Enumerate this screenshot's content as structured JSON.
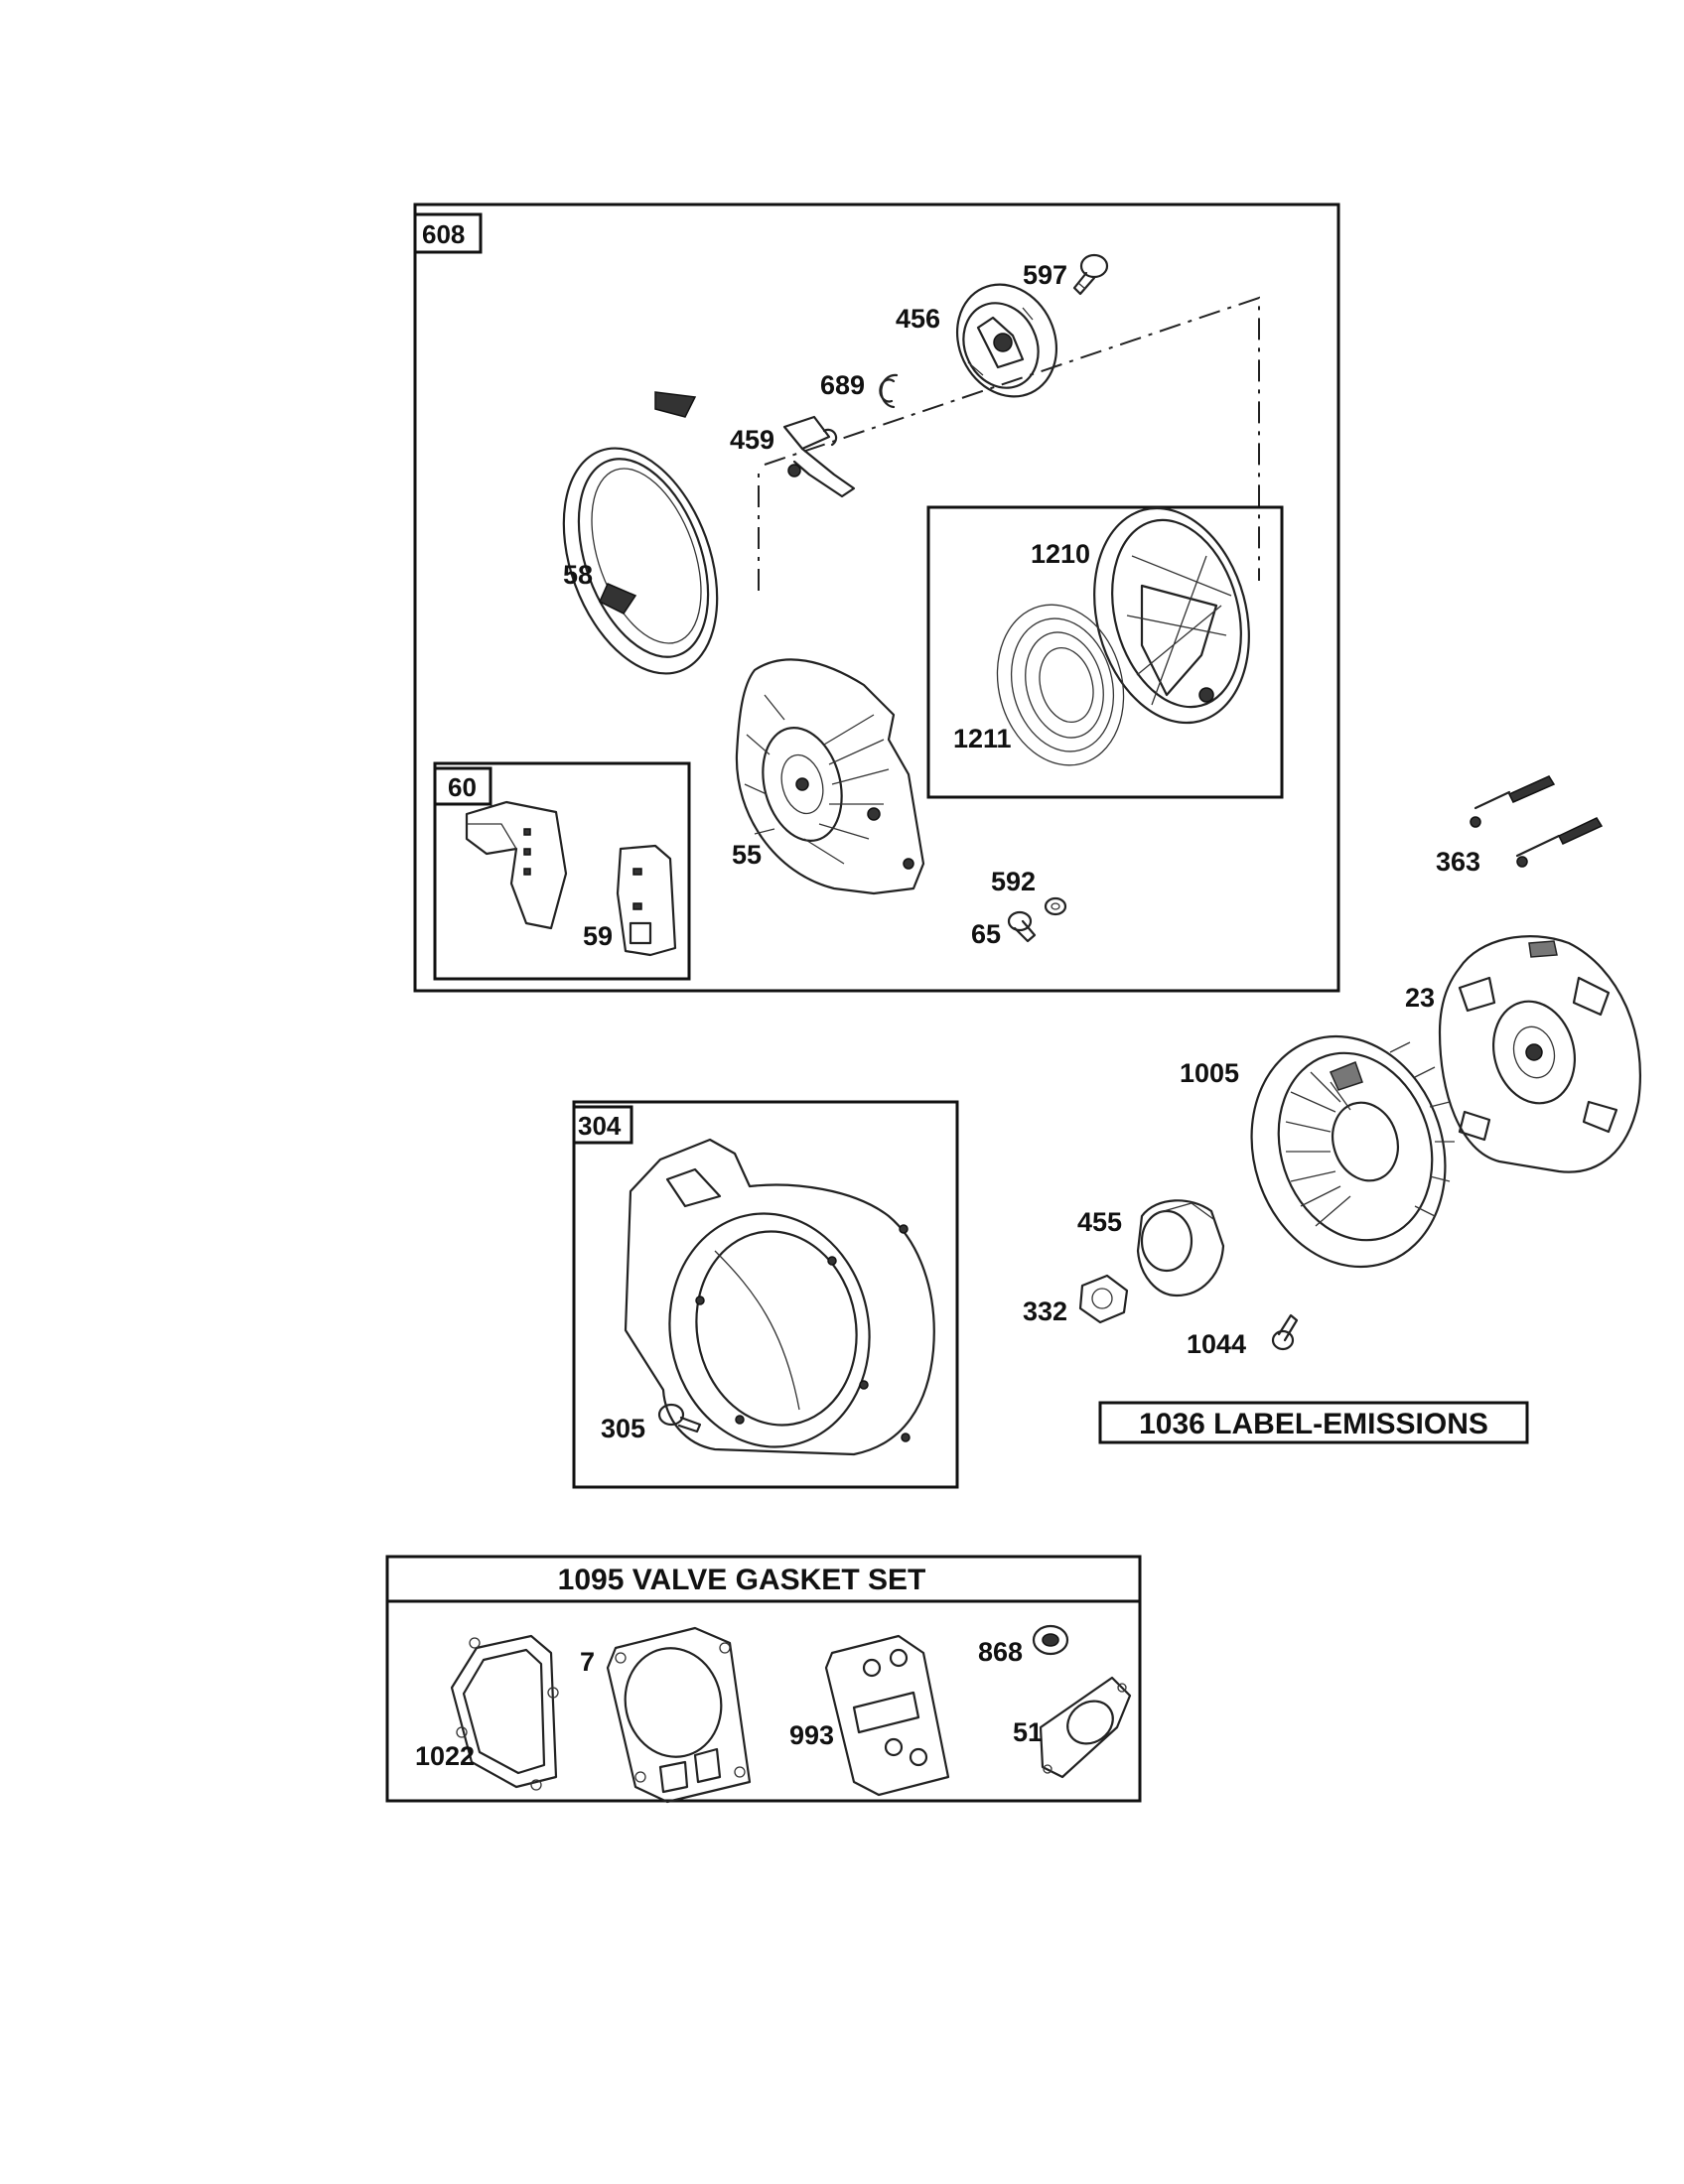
{
  "groups": {
    "g608": "608",
    "g60": "60",
    "g304": "304",
    "g1095": "1095 VALVE GASKET SET",
    "g1036": "1036 LABEL-EMISSIONS"
  },
  "callouts": {
    "p597": "597",
    "p456": "456",
    "p689": "689",
    "p459": "459",
    "p58": "58",
    "p1210": "1210",
    "p1211": "1211",
    "p55": "55",
    "p59": "59",
    "p592": "592",
    "p65": "65",
    "p363": "363",
    "p23": "23",
    "p1005": "1005",
    "p455": "455",
    "p332": "332",
    "p1044": "1044",
    "p305": "305",
    "p7": "7",
    "p868": "868",
    "p993": "993",
    "p51": "51",
    "p1022": "1022"
  }
}
